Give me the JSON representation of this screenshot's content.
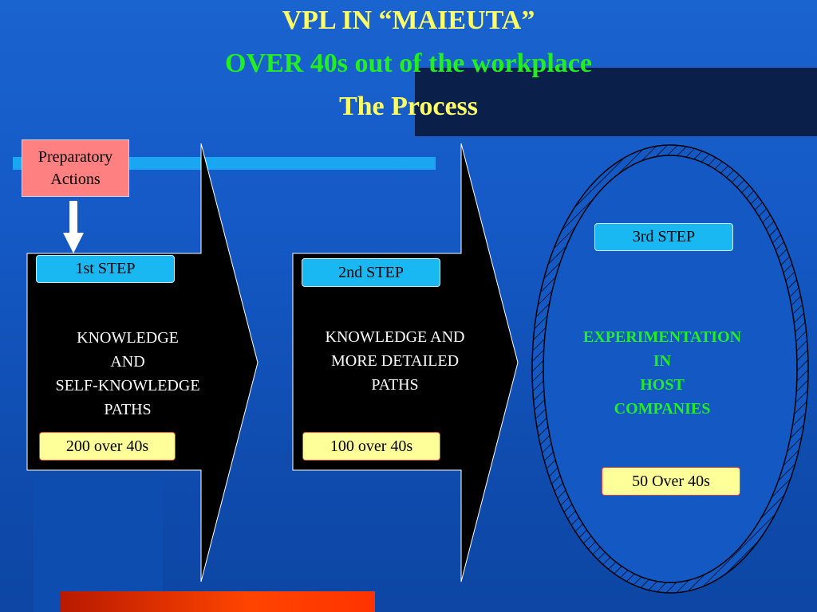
{
  "title": {
    "line1": "VPL IN  “MAIEUTA”",
    "line2": "OVER 40s out of the workplace",
    "line3": "The Process"
  },
  "colors": {
    "line1": "#ffff66",
    "line2": "#22ee22",
    "line3": "#ffff66",
    "background": "#1458c4",
    "experimentation_text": "#22ee22"
  },
  "preparatory": {
    "label_line1": "Preparatory",
    "label_line2": "Actions"
  },
  "steps": [
    {
      "label": "1st STEP",
      "lines": [
        "KNOWLEDGE",
        "AND",
        "SELF-KNOWLEDGE",
        "PATHS"
      ],
      "count": "200 over 40s"
    },
    {
      "label": "2nd STEP",
      "lines": [
        "KNOWLEDGE AND",
        "MORE DETAILED",
        "PATHS"
      ],
      "count": "100 over 40s"
    },
    {
      "label": "3rd STEP",
      "lines": [
        "EXPERIMENTATION",
        "IN",
        "HOST",
        "COMPANIES"
      ],
      "count": "50  Over 40s"
    }
  ]
}
